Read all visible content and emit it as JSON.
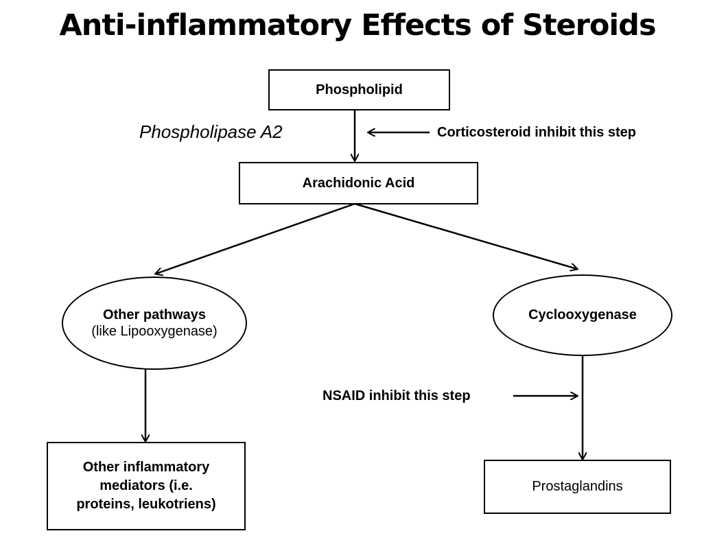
{
  "title": "Anti-inflammatory Effects of Steroids",
  "nodes": {
    "phospholipid": "Phospholipid",
    "arachidonic_acid": "Arachidonic Acid",
    "other_pathways_line1": "Other pathways",
    "other_pathways_line2": "(like Lipooxygenase)",
    "cyclooxygenase": "Cyclooxygenase",
    "other_mediators_line1": "Other inflammatory",
    "other_mediators_line2": "mediators (i.e.",
    "other_mediators_line3": "proteins, leukotriens)",
    "prostaglandins": "Prostaglandins"
  },
  "labels": {
    "enzyme": "Phospholipase A2",
    "corticosteroid_note": "Corticosteroid inhibit this step",
    "nsaid_note": "NSAID inhibit this step"
  }
}
